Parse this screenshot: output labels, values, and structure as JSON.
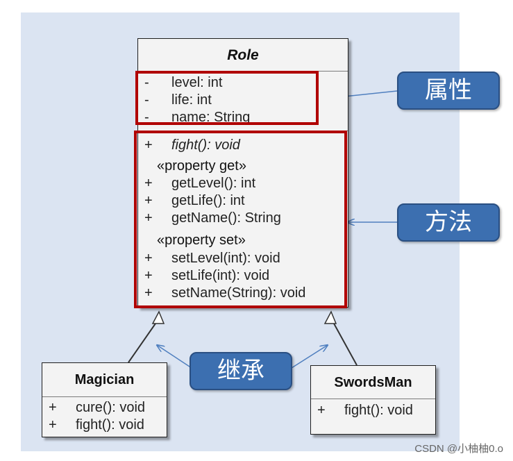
{
  "role_class": {
    "name": "Role",
    "attributes": [
      {
        "visibility": "-",
        "text": "level: int"
      },
      {
        "visibility": "-",
        "text": "life: int"
      },
      {
        "visibility": "-",
        "text": "name: String"
      }
    ],
    "abstract_method": {
      "visibility": "+",
      "text": "fight(): void"
    },
    "getter_stereotype": "«property get»",
    "getters": [
      {
        "visibility": "+",
        "text": "getLevel(): int"
      },
      {
        "visibility": "+",
        "text": "getLife(): int"
      },
      {
        "visibility": "+",
        "text": "getName(): String"
      }
    ],
    "setter_stereotype": "«property set»",
    "setters": [
      {
        "visibility": "+",
        "text": "setLevel(int): void"
      },
      {
        "visibility": "+",
        "text": "setLife(int): void"
      },
      {
        "visibility": "+",
        "text": "setName(String): void"
      }
    ]
  },
  "magician_class": {
    "name": "Magician",
    "methods": [
      {
        "visibility": "+",
        "text": "cure(): void"
      },
      {
        "visibility": "+",
        "text": "fight(): void"
      }
    ]
  },
  "swordsman_class": {
    "name": "SwordsMan",
    "methods": [
      {
        "visibility": "+",
        "text": "fight(): void"
      }
    ]
  },
  "callouts": {
    "attributes": "属性",
    "methods": "方法",
    "inheritance": "继承"
  },
  "watermark": "CSDN @小柚柚0.o",
  "colors": {
    "background_panel": "#dbe4f2",
    "highlight_border": "#b00000",
    "callout_fill": "#3c6fb0",
    "arrow": "#4f7fbf"
  }
}
